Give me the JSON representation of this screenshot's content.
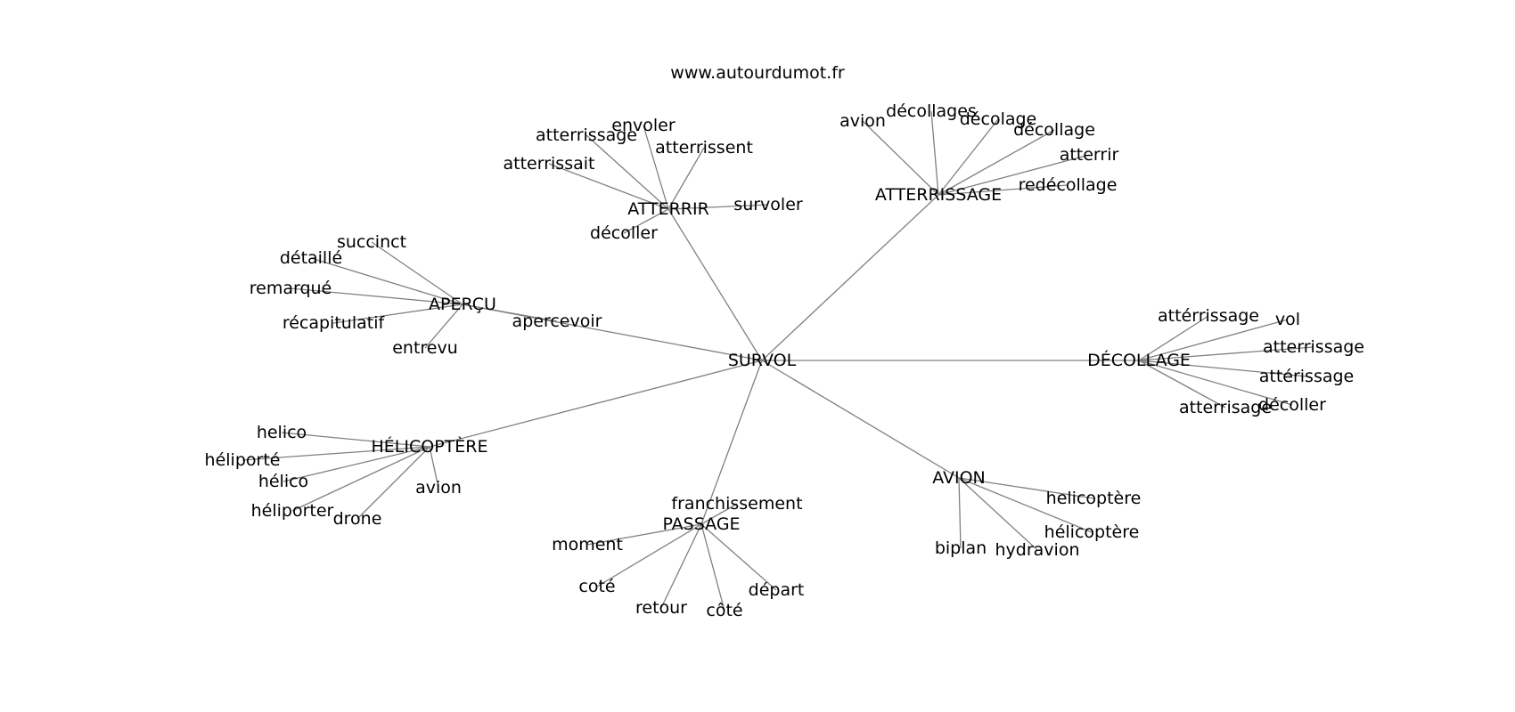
{
  "site_credit": "www.autourdumot.fr",
  "colors": {
    "edge": "#808080",
    "text": "#000000",
    "background": "#ffffff"
  },
  "graph": {
    "center": "SURVOL",
    "hubs": [
      {
        "id": "atterrir",
        "label": "ATTERRIR",
        "leaves": [
          "atterrissage",
          "envoler",
          "atterrissent",
          "atterrissait",
          "survoler",
          "décoller"
        ]
      },
      {
        "id": "atterrissage",
        "label": "ATTERRISSAGE",
        "leaves": [
          "avion",
          "décollages",
          "décolage",
          "décollage",
          "atterrir",
          "redécollage"
        ]
      },
      {
        "id": "apercu",
        "label": "APERÇU",
        "leaves": [
          "succinct",
          "détaillé",
          "remarqué",
          "récapitulatif",
          "entrevu",
          "apercevoir"
        ]
      },
      {
        "id": "decollage",
        "label": "DÉCOLLAGE",
        "leaves": [
          "attérrissage",
          "vol",
          "atterrissage",
          "attérissage",
          "atterrisage",
          "décoller"
        ]
      },
      {
        "id": "helicoptere",
        "label": "HÉLICOPTÈRE",
        "leaves": [
          "helico",
          "héliporté",
          "hélico",
          "héliporter",
          "drone",
          "avion"
        ]
      },
      {
        "id": "passage",
        "label": "PASSAGE",
        "leaves": [
          "franchissement",
          "moment",
          "coté",
          "retour",
          "côté",
          "départ"
        ]
      },
      {
        "id": "avion",
        "label": "AVION",
        "leaves": [
          "helicoptère",
          "hélicoptère",
          "biplan",
          "hydravion"
        ]
      }
    ]
  }
}
